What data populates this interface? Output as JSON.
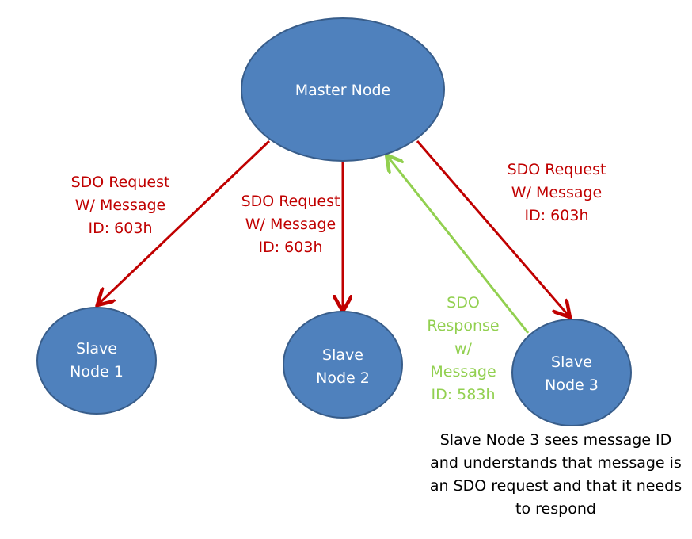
{
  "colors": {
    "node_fill": "#4f81bd",
    "node_stroke": "#385d8a",
    "request_arrow": "#c00000",
    "response_arrow": "#92d050",
    "request_text": "#c00000",
    "response_text": "#92d050",
    "node_text": "#ffffff"
  },
  "nodes": {
    "master": {
      "line1": "Master Node"
    },
    "slave1": {
      "line1": "Slave",
      "line2": "Node 1"
    },
    "slave2": {
      "line1": "Slave",
      "line2": "Node 2"
    },
    "slave3": {
      "line1": "Slave",
      "line2": "Node 3"
    }
  },
  "labels": {
    "request1": [
      "SDO Request",
      "W/ Message",
      "ID: 603h"
    ],
    "request2": [
      "SDO Request",
      "W/ Message",
      "ID: 603h"
    ],
    "request3": [
      "SDO Request",
      "W/ Message",
      "ID: 603h"
    ],
    "response": [
      "SDO",
      "Response",
      "w/",
      "Message",
      "ID: 583h"
    ]
  },
  "note": [
    "Slave Node 3 sees message ID",
    "and understands that message is",
    "an SDO request and that it needs",
    "to respond"
  ]
}
